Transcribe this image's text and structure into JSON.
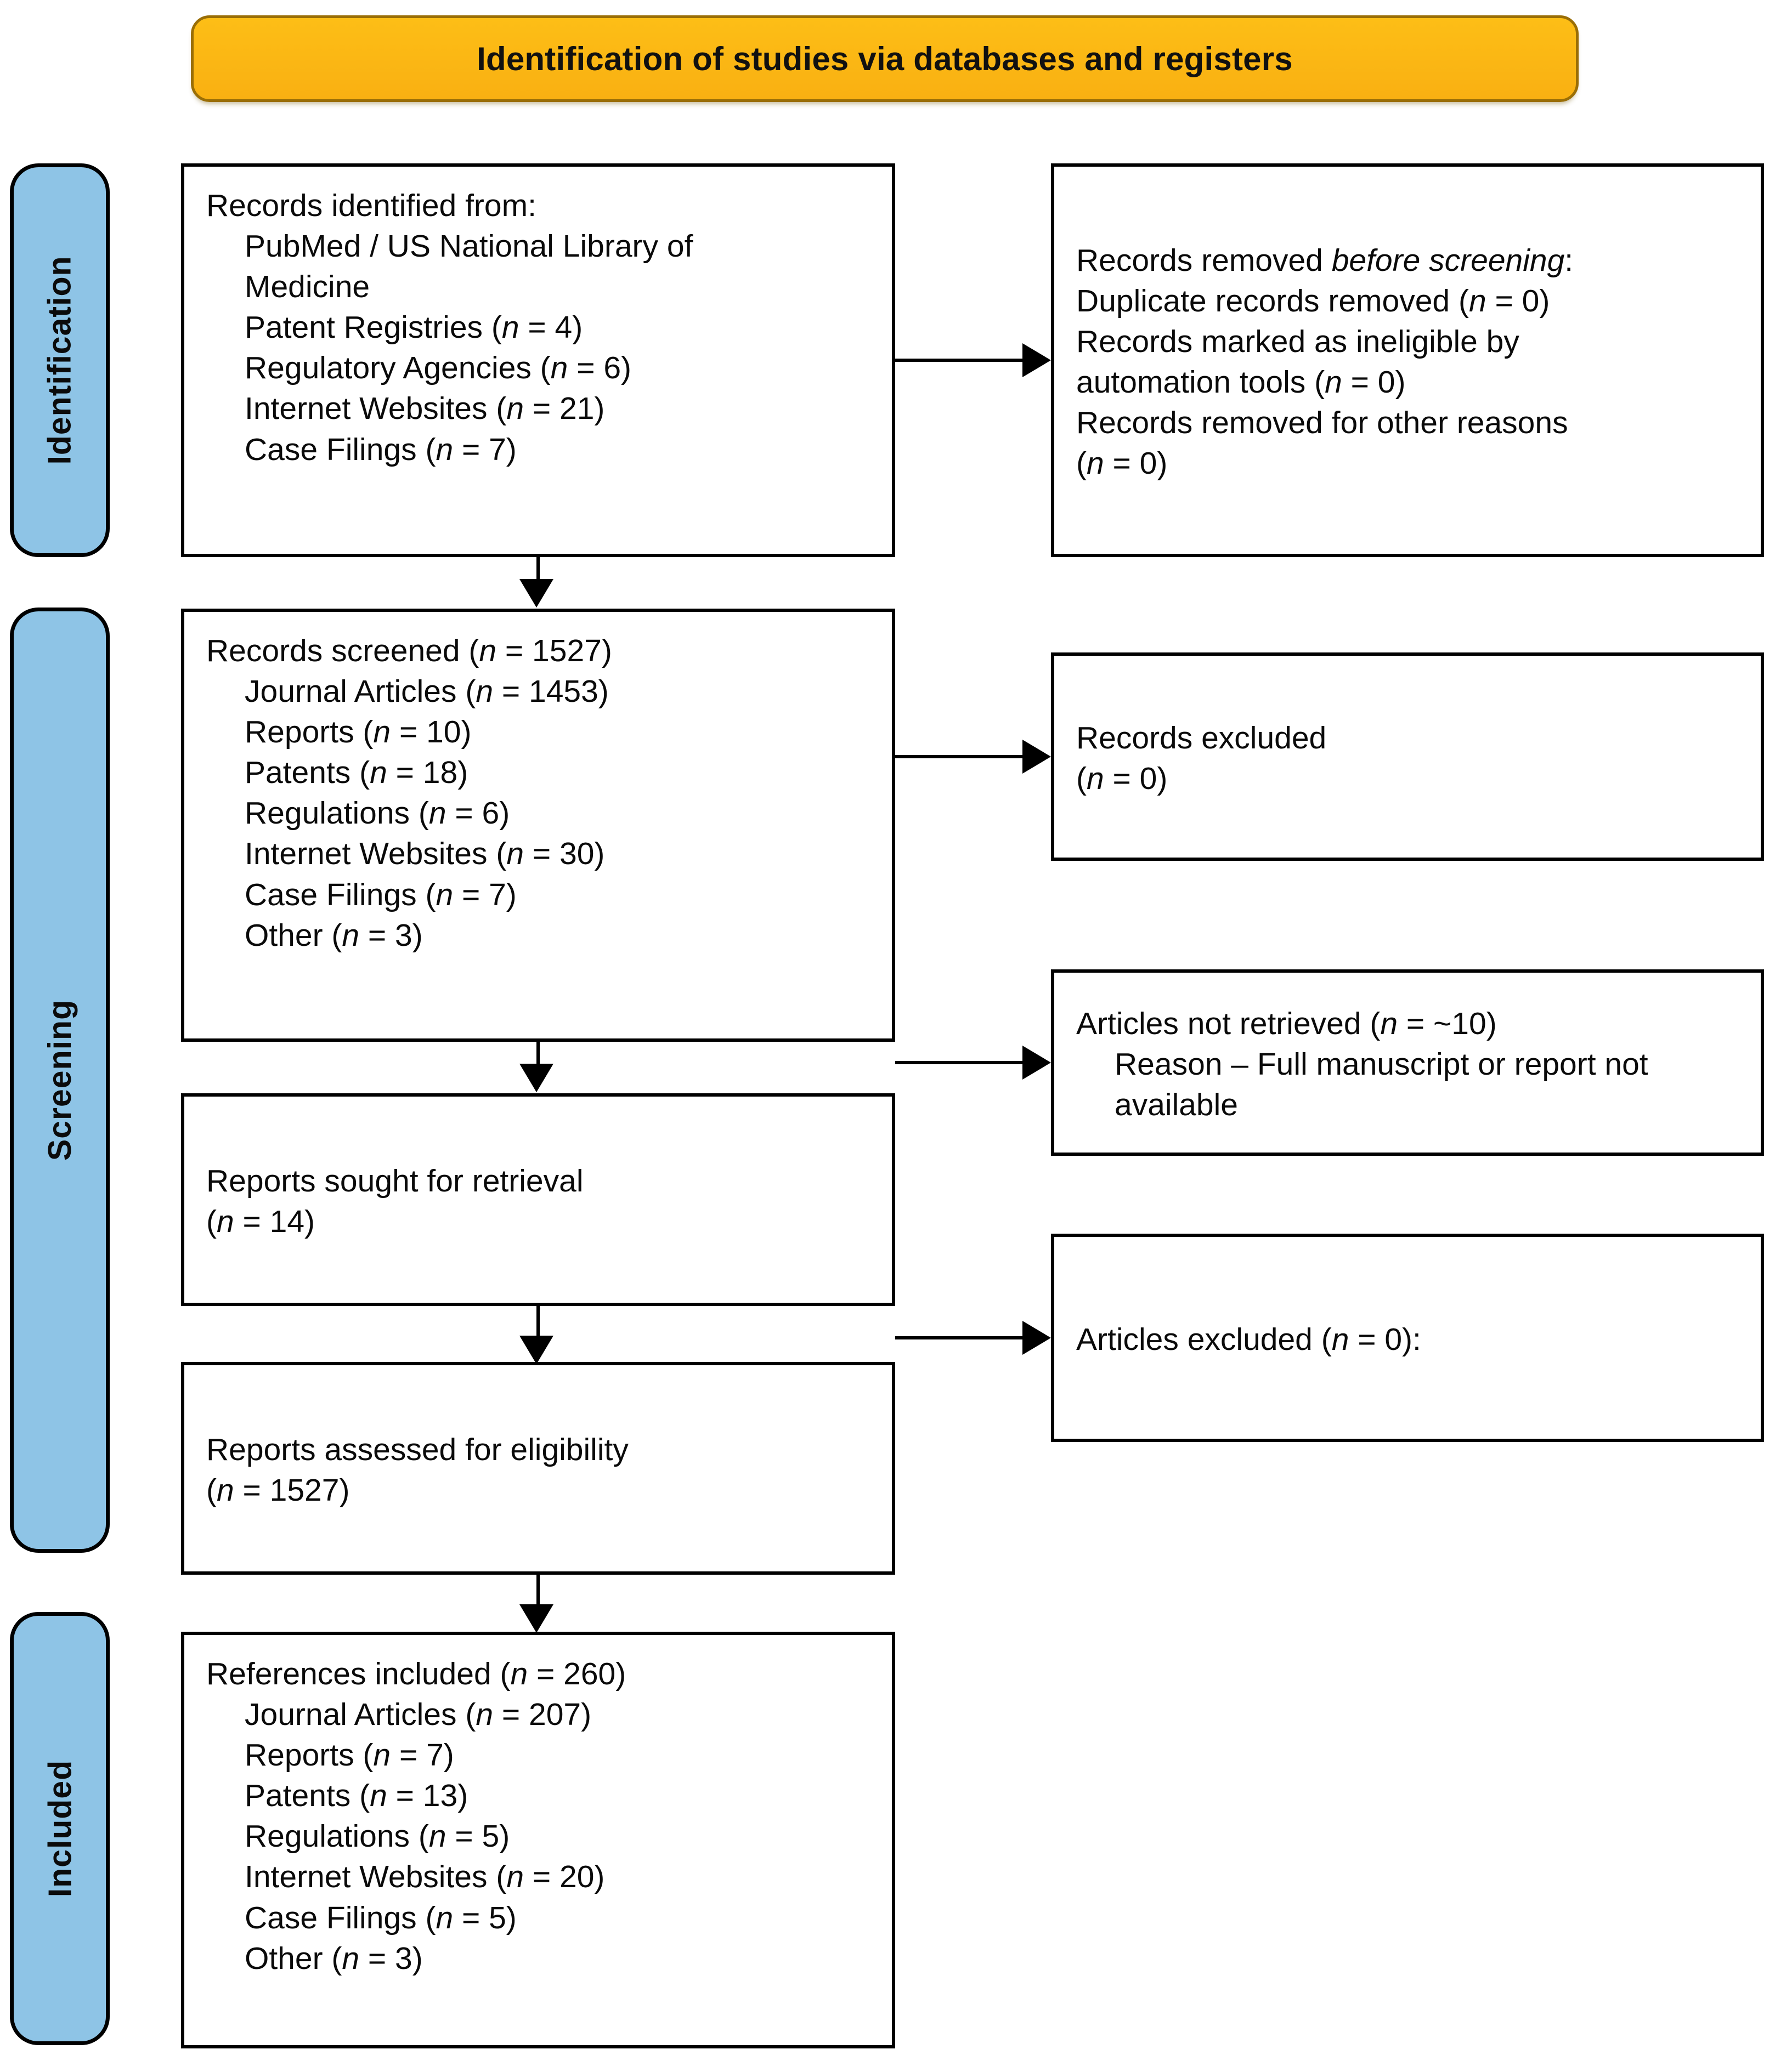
{
  "header": {
    "title": "Identification of studies via databases and registers",
    "bg_color": "#F9B512",
    "border_color": "#9A6E06",
    "text_color": "#111111"
  },
  "stage_tabs": [
    {
      "label": "Identification",
      "color": "#8EC4E6"
    },
    {
      "label": "Screening",
      "color": "#8EC4E6"
    },
    {
      "label": "Included",
      "color": "#8EC4E6"
    }
  ],
  "boxes": {
    "records_identified": {
      "title": "Records identified from:",
      "items": [
        "PubMed / US National Library of Medicine",
        "Patent Registries (n = 4)",
        "Regulatory Agencies (n = 6)",
        "Internet Websites (n = 21)",
        "Case Filings (n = 7)"
      ],
      "lines": {
        "l0": "Records identified from:",
        "l1a": "PubMed / US National Library of",
        "l1b": "Medicine",
        "l2_label": "Patent Registries (",
        "l2_eq": " = 4)",
        "l3_label": "Regulatory Agencies (",
        "l3_eq": " = 6)",
        "l4_label": "Internet Websites (",
        "l4_eq": " = 21)",
        "l5_label": "Case Filings (",
        "l5_eq": " = 7)"
      }
    },
    "records_removed": {
      "lines": {
        "l0a": "Records removed ",
        "l0b": "before screening",
        "l0c": ":",
        "l1a": "Duplicate records removed (",
        "l1b": " = 0)",
        "l2a": "Records marked as ineligible by",
        "l2b": "automation tools (",
        "l2c": " = 0)",
        "l3a": "Records removed for other reasons",
        "l3b": "(",
        "l3c": " = 0)"
      }
    },
    "records_screened": {
      "lines": {
        "l0a": "Records screened (",
        "l0b": " = 1527)",
        "l1a": "Journal Articles (",
        "l1b": " = 1453)",
        "l2a": "Reports (",
        "l2b": " = 10)",
        "l3a": "Patents (",
        "l3b": " = 18)",
        "l4a": "Regulations (",
        "l4b": " = 6)",
        "l5a": "Internet Websites (",
        "l5b": " = 30)",
        "l6a": "Case Filings (",
        "l6b": " = 7)",
        "l7a": "Other (",
        "l7b": " = 3)"
      }
    },
    "records_excluded": {
      "lines": {
        "l0": "Records excluded",
        "l1a": "(",
        "l1b": " = 0)"
      }
    },
    "articles_not_retrieved": {
      "lines": {
        "l0a": "Articles not retrieved (",
        "l0b": " = ~10)",
        "l1": "Reason – Full manuscript or report not available"
      }
    },
    "reports_sought": {
      "lines": {
        "l0": "Reports sought for retrieval",
        "l1a": "(",
        "l1b": " = 14)"
      }
    },
    "articles_excluded": {
      "lines": {
        "l0a": "Articles excluded (",
        "l0b": " = 0):"
      }
    },
    "reports_assessed": {
      "lines": {
        "l0": "Reports assessed for eligibility",
        "l1a": "(",
        "l1b": " = 1527)"
      }
    },
    "references_included": {
      "lines": {
        "l0a": "References included (",
        "l0b": " = 260)",
        "l1a": "Journal Articles (",
        "l1b": " = 207)",
        "l2a": "Reports (",
        "l2b": " = 7)",
        "l3a": "Patents (",
        "l3b": " = 13)",
        "l4a": "Regulations (",
        "l4b": " = 5)",
        "l5a": "Internet Websites (",
        "l5b": " = 20)",
        "l6a": "Case Filings (",
        "l6b": " = 5)",
        "l7a": "Other (",
        "l7b": " = 3)"
      }
    }
  },
  "italic_n": "n"
}
